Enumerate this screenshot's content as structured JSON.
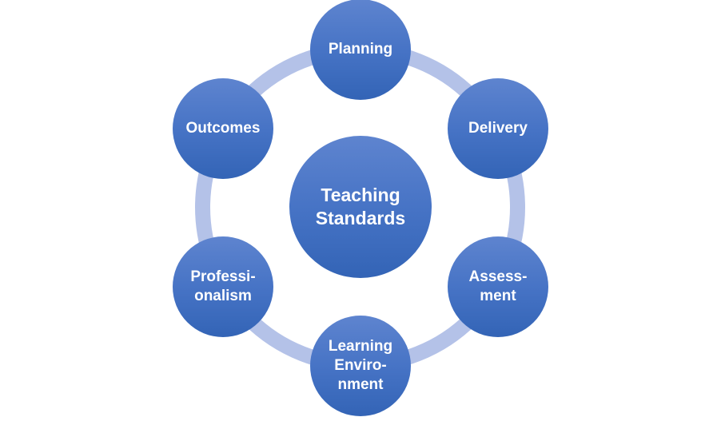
{
  "diagram": {
    "type": "cycle",
    "title_node": {
      "label": "Teaching\nStandards"
    },
    "nodes": [
      {
        "id": "planning",
        "label": "Planning",
        "position": "top"
      },
      {
        "id": "delivery",
        "label": "Delivery",
        "position": "upper-right"
      },
      {
        "id": "assessment",
        "label": "Assess-\nment",
        "position": "lower-right"
      },
      {
        "id": "learning-environment",
        "label": "Learning\nEnviro-\nnment",
        "position": "bottom"
      },
      {
        "id": "professionalism",
        "label": "Professi-\nonalism",
        "position": "lower-left"
      },
      {
        "id": "outcomes",
        "label": "Outcomes",
        "position": "upper-left"
      }
    ],
    "colors": {
      "node_gradient_top": "#5e84cf",
      "node_gradient_mid": "#4673c5",
      "node_gradient_bottom": "#3364b6",
      "ring": "#b4c2e8",
      "text": "#ffffff",
      "background": "#ffffff"
    }
  }
}
